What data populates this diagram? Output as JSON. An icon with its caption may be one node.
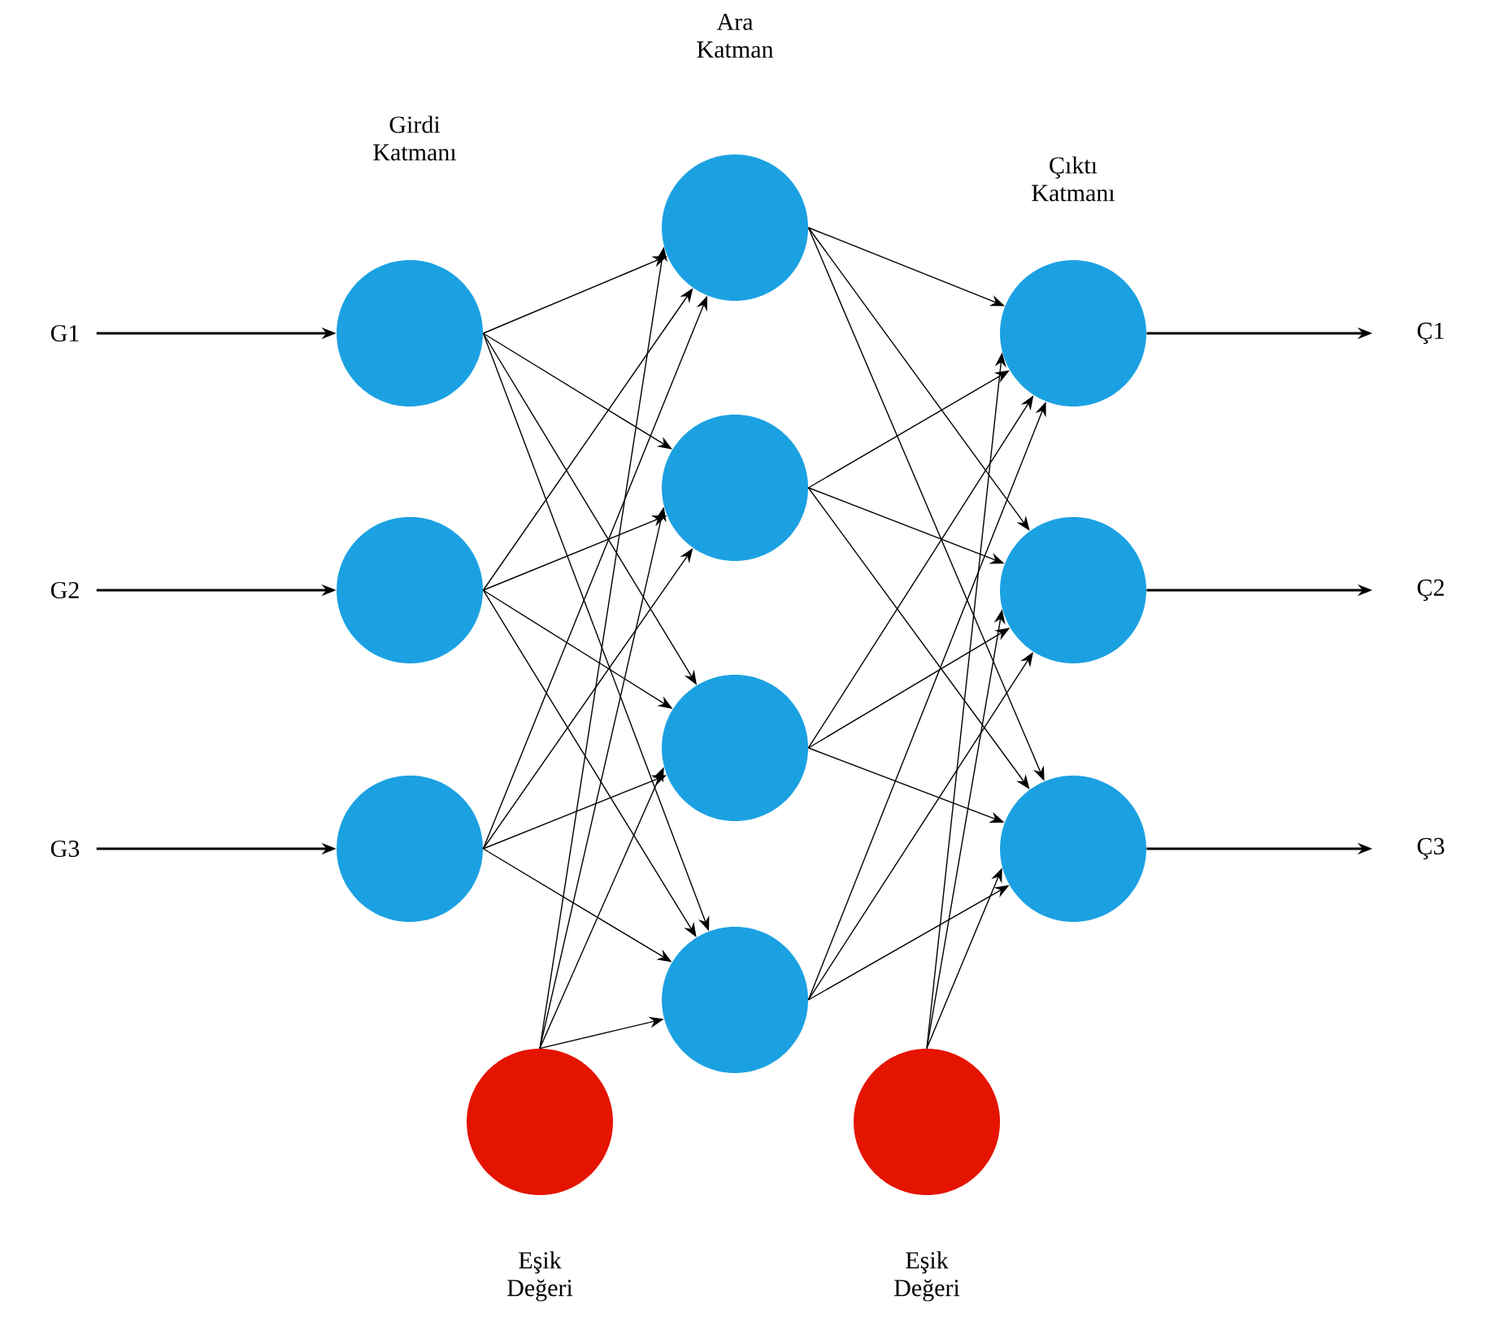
{
  "diagram": {
    "nodes": [
      {
        "text": [
          "G1"
        ]
      },
      {
        "text": [
          "G2"
        ]
      },
      {
        "text": [
          "G3"
        ]
      },
      {
        "text": [],
        "shape": "circle"
      },
      {
        "text": [],
        "shape": "circle"
      },
      {
        "text": [],
        "shape": "circle"
      },
      {
        "text": [],
        "shape": "circle"
      },
      {
        "text": [],
        "shape": "circle"
      },
      {
        "text": [],
        "shape": "circle"
      },
      {
        "text": [],
        "shape": "circle"
      },
      {
        "text": [],
        "shape": "circle"
      },
      {
        "text": [],
        "shape": "circle"
      },
      {
        "text": [],
        "shape": "circle"
      },
      {
        "text": [],
        "shape": "circle",
        "beside": [
          "Eşik Değeri"
        ]
      },
      {
        "text": [],
        "shape": "circle",
        "beside": [
          "Eşik Değeri"
        ]
      },
      {
        "text": [
          "Ç1"
        ]
      },
      {
        "text": [
          "Ç2"
        ]
      },
      {
        "text": [
          "Ç3"
        ]
      }
    ],
    "edges": [
      {
        "from": 0,
        "to": 3,
        "arrow": "to"
      },
      {
        "from": 1,
        "to": 4,
        "arrow": "to"
      },
      {
        "from": 2,
        "to": 5,
        "arrow": "to"
      },
      {
        "from": 3,
        "to": 6,
        "arrow": "to"
      },
      {
        "from": 3,
        "to": 7,
        "arrow": "to"
      },
      {
        "from": 3,
        "to": 8,
        "arrow": "to"
      },
      {
        "from": 3,
        "to": 9,
        "arrow": "to"
      },
      {
        "from": 4,
        "to": 6,
        "arrow": "to"
      },
      {
        "from": 4,
        "to": 7,
        "arrow": "to"
      },
      {
        "from": 4,
        "to": 8,
        "arrow": "to"
      },
      {
        "from": 4,
        "to": 9,
        "arrow": "to"
      },
      {
        "from": 5,
        "to": 6,
        "arrow": "to"
      },
      {
        "from": 5,
        "to": 7,
        "arrow": "to"
      },
      {
        "from": 5,
        "to": 8,
        "arrow": "to"
      },
      {
        "from": 5,
        "to": 9,
        "arrow": "to"
      },
      {
        "from": 13,
        "to": 6,
        "arrow": "to"
      },
      {
        "from": 13,
        "to": 7,
        "arrow": "to"
      },
      {
        "from": 13,
        "to": 8,
        "arrow": "to"
      },
      {
        "from": 13,
        "to": 9,
        "arrow": "to"
      },
      {
        "from": 6,
        "to": 10,
        "arrow": "to"
      },
      {
        "from": 6,
        "to": 11,
        "arrow": "to"
      },
      {
        "from": 6,
        "to": 12,
        "arrow": "to"
      },
      {
        "from": 7,
        "to": 10,
        "arrow": "to"
      },
      {
        "from": 7,
        "to": 11,
        "arrow": "to"
      },
      {
        "from": 7,
        "to": 12,
        "arrow": "to"
      },
      {
        "from": 8,
        "to": 10,
        "arrow": "to"
      },
      {
        "from": 8,
        "to": 11,
        "arrow": "to"
      },
      {
        "from": 8,
        "to": 12,
        "arrow": "to"
      },
      {
        "from": 9,
        "to": 10,
        "arrow": "to"
      },
      {
        "from": 9,
        "to": 11,
        "arrow": "to"
      },
      {
        "from": 9,
        "to": 12,
        "arrow": "to"
      },
      {
        "from": 14,
        "to": 10,
        "arrow": "to"
      },
      {
        "from": 14,
        "to": 11,
        "arrow": "to"
      },
      {
        "from": 14,
        "to": 12,
        "arrow": "to"
      },
      {
        "from": 10,
        "to": 15,
        "arrow": "to"
      },
      {
        "from": 11,
        "to": 16,
        "arrow": "to"
      },
      {
        "from": 12,
        "to": 17,
        "arrow": "to"
      }
    ],
    "labels": [
      "Ara Katman",
      "Girdi Katmanı",
      "Çıktı Katmanı"
    ]
  }
}
